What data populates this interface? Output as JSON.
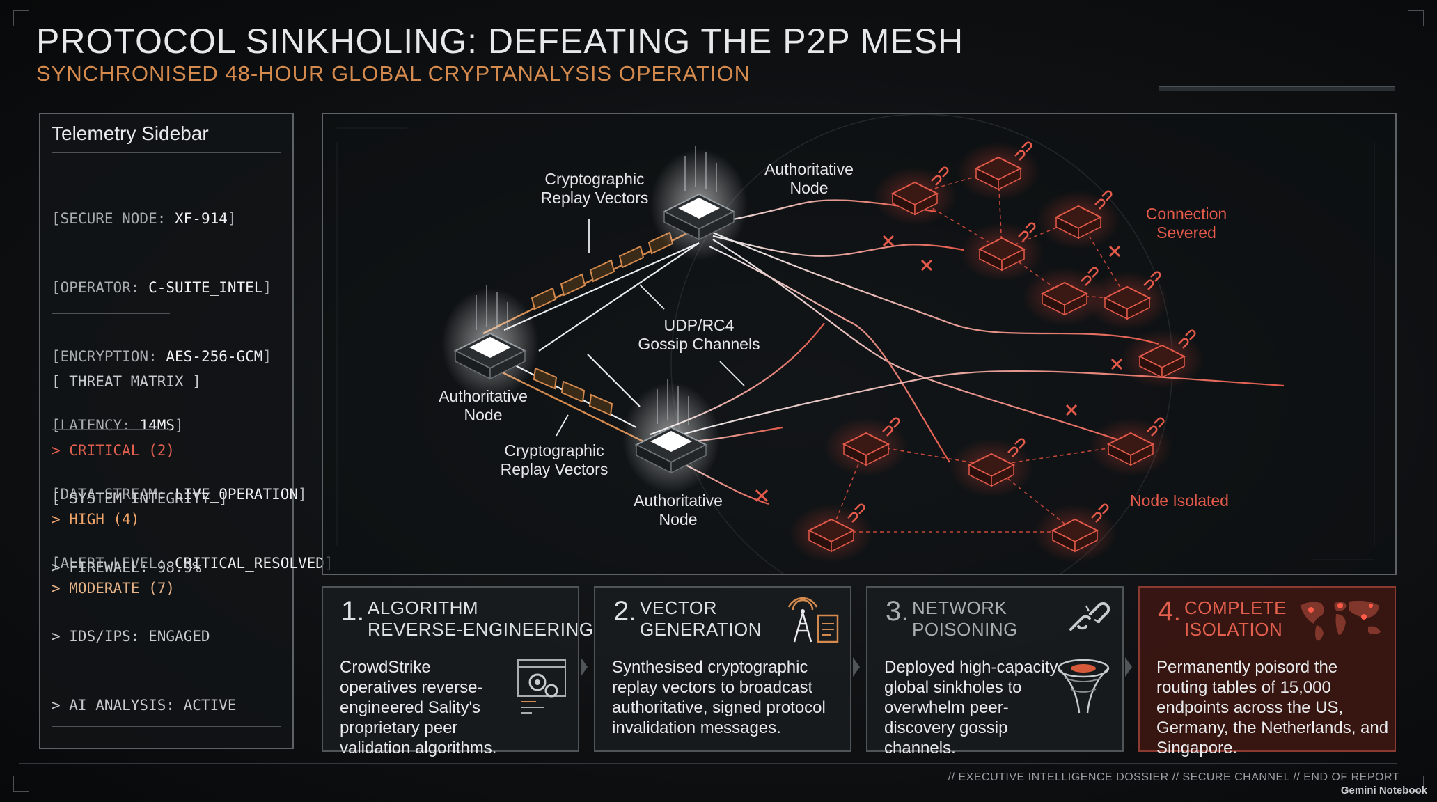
{
  "header": {
    "title": "PROTOCOL SINKHOLING: DEFEATING THE P2P MESH",
    "subtitle": "SYNCHRONISED 48-HOUR GLOBAL CRYPTANALYSIS OPERATION"
  },
  "sidebar": {
    "title": "Telemetry Sidebar",
    "telemetry": [
      {
        "key": "[SECURE NODE: ",
        "value": "XF-914",
        "end": "]"
      },
      {
        "key": "[OPERATOR: ",
        "value": "C-SUITE_INTEL",
        "end": "]"
      },
      {
        "key": "[ENCRYPTION: ",
        "value": "AES-256-GCM",
        "end": "]"
      },
      {
        "key": "[LATENCY: ",
        "value": "14MS",
        "end": "]"
      },
      {
        "key": "[DATA STREAM: ",
        "value": "LIVE_OPERATION",
        "end": "]"
      },
      {
        "key": "[ALERT LEVEL: ",
        "value": "CRITICAL_RESOLVED",
        "end": "]"
      }
    ],
    "threat_matrix": {
      "heading": "[ THREAT MATRIX ]",
      "critical": "> CRITICAL (2)",
      "high": "> HIGH (4)",
      "moderate": "> MODERATE (7)"
    },
    "system_integrity": {
      "heading": "[ SYSTEM INTEGRITY ]",
      "firewall": "> FIREWALL: 98.9%",
      "ids": "> IDS/IPS: ENGAGED",
      "ai": "> AI ANALYSIS: ACTIVE"
    }
  },
  "diagram": {
    "labels": {
      "auth_top": "Authoritative\nNode",
      "auth_left": "Authoritative\nNode",
      "auth_bottom": "Authoritative\nNode",
      "replay_top": "Cryptographic\nReplay Vectors",
      "replay_bottom": "Cryptographic\nReplay Vectors",
      "gossip": "UDP/RC4\nGossip Channels",
      "severed": "Connection\nSevered",
      "isolated": "Node Isolated"
    },
    "colors": {
      "accent_red": "#e35a4b",
      "accent_orange": "#d58a4e",
      "link_white": "#e9ecee"
    }
  },
  "steps": [
    {
      "num": "1.",
      "heading": "ALGORITHM\nREVERSE-ENGINEERING",
      "body": "CrowdStrike operatives reverse-engineered Sality's proprietary peer validation algorithms.",
      "icon": "gear-code-window-icon"
    },
    {
      "num": "2.",
      "heading": "VECTOR\nGENERATION",
      "body": "Synthesised cryptographic replay vectors to broadcast authoritative, signed protocol invalidation messages.",
      "icon": "broadcast-tower-document-icon"
    },
    {
      "num": "3.",
      "heading": "NETWORK\nPOISONING",
      "body": "Deployed high-capacity global sinkholes to overwhelm peer-discovery gossip channels.",
      "icon": "broken-link-funnel-icon"
    },
    {
      "num": "4.",
      "heading": "COMPLETE\nISOLATION",
      "body": "Permanently poisord the routing tables of 15,000 endpoints across the US, Germany, the Netherlands, and Singapore.",
      "icon": "world-map-icon"
    }
  ],
  "footer": {
    "text": "// EXECUTIVE INTELLIGENCE DOSSIER  //  SECURE CHANNEL  //  END OF REPORT",
    "brand": "Gemini Notebook"
  }
}
